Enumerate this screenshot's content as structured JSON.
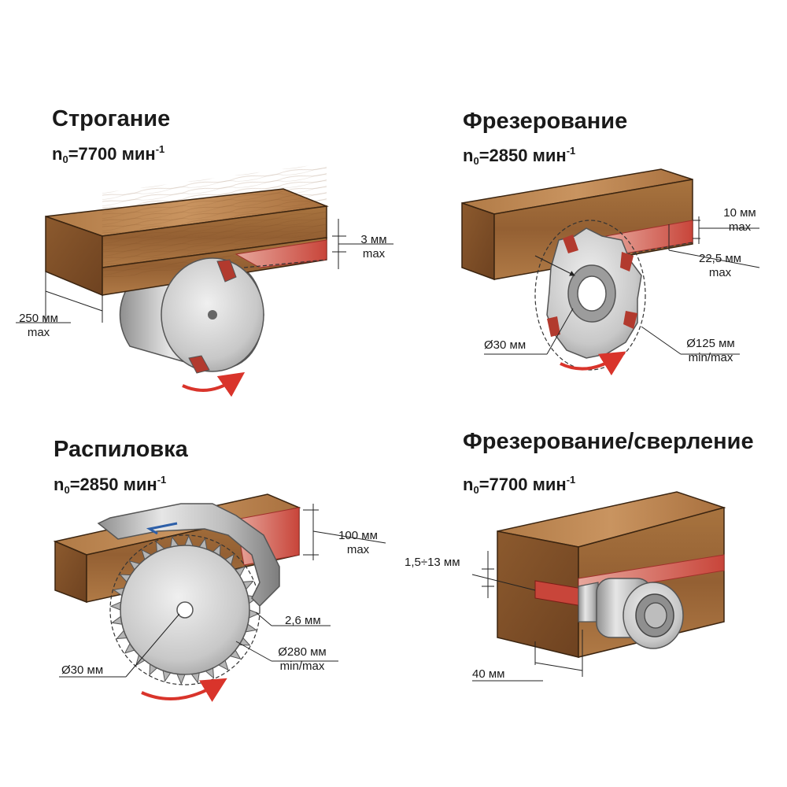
{
  "panels": {
    "planing": {
      "title": "Строгание",
      "speed_prefix": "n",
      "speed_sub": "0",
      "speed_value": "=7700 мин",
      "speed_sup": "-1",
      "depth_value": "3 мм",
      "depth_note": "max",
      "width_value": "250 мм",
      "width_note": "max"
    },
    "milling": {
      "title": "Фрезерование",
      "speed_prefix": "n",
      "speed_sub": "0",
      "speed_value": "=2850 мин",
      "speed_sup": "-1",
      "depth_value": "10 мм",
      "depth_note": "max",
      "cut_value": "22,5 мм",
      "cut_note": "max",
      "bore": "Ø30 мм",
      "diameter_value": "Ø125 мм",
      "diameter_note": "min/max"
    },
    "sawing": {
      "title": "Распиловка",
      "speed_prefix": "n",
      "speed_sub": "0",
      "speed_value": "=2850 мин",
      "speed_sup": "-1",
      "height_value": "100 мм",
      "height_note": "max",
      "kerf": "2,6 мм",
      "diameter_value": "Ø280 мм",
      "diameter_note": "min/max",
      "bore": "Ø30 мм"
    },
    "drilling": {
      "title": "Фрезерование/сверление",
      "speed_prefix": "n",
      "speed_sub": "0",
      "speed_value": "=7700 мин",
      "speed_sup": "-1",
      "slot": "1,5÷13 мм",
      "depth": "40 мм"
    }
  },
  "colors": {
    "wood_front": "#9a6a3c",
    "wood_top": "#c08a55",
    "wood_side": "#7a4e2a",
    "cut_red": "#c8453a",
    "arrow_red": "#d9342b",
    "metal": "#c9c9c9",
    "metal_dark": "#8a8a8a"
  }
}
